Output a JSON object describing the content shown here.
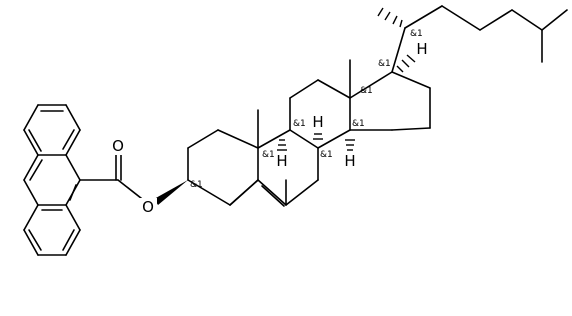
{
  "molecule": {
    "atoms": {
      "carbonyl_oxygen": "O",
      "ester_oxygen": "O",
      "h_c9": "H",
      "h_c8": "H",
      "h_c14": "H",
      "h_c17": "H"
    },
    "stereo_marks": {
      "c3": "&1",
      "c8": "&1",
      "c9": "&1",
      "c10": "&1",
      "c13": "&1",
      "c14": "&1",
      "c17": "&1",
      "c20": "&1"
    }
  }
}
